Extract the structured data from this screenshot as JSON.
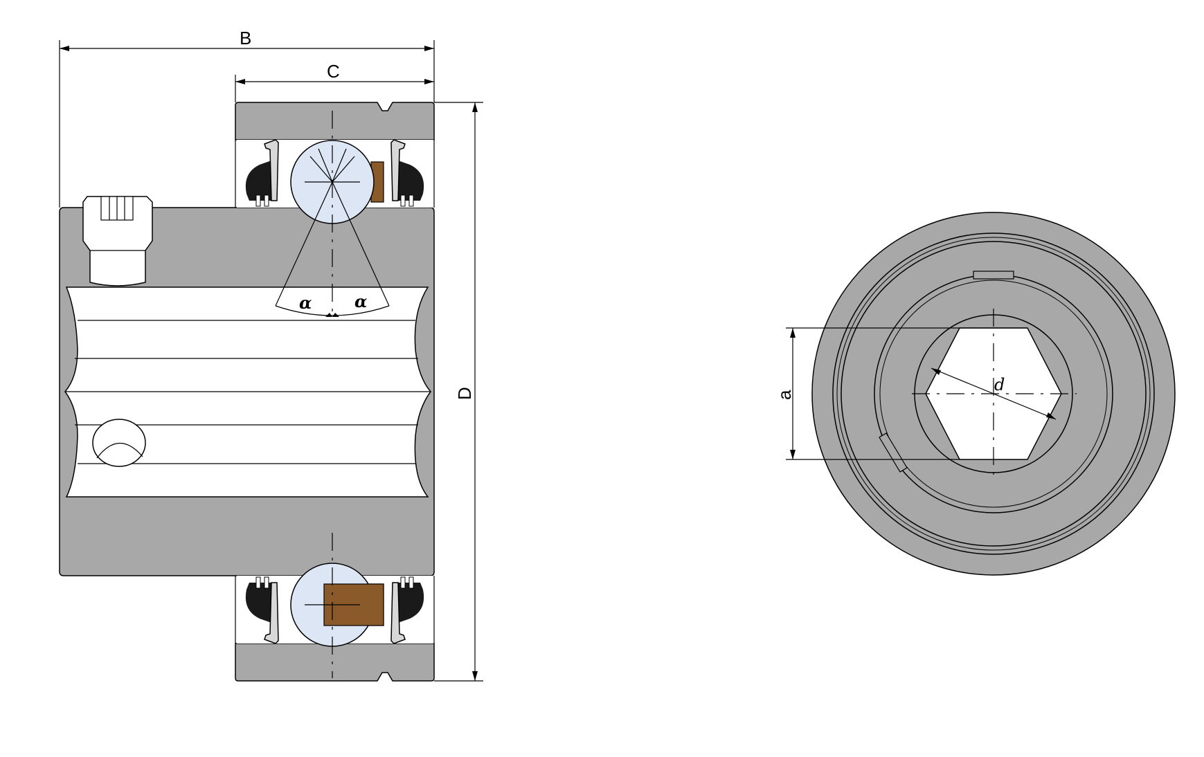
{
  "dimensions": {
    "width_label": "B",
    "ring_width_label": "C",
    "outer_diameter_label": "D",
    "hex_across_flats_label": "a",
    "hex_across_corners_label": "d",
    "contact_angle_label": "α"
  },
  "colors": {
    "steel": "#a8a8a8",
    "ball": "#dde6f5",
    "cage": "#8a5a2b",
    "seal": "#1a1a1a",
    "line": "#000000"
  },
  "views": [
    "section-view",
    "front-view"
  ]
}
